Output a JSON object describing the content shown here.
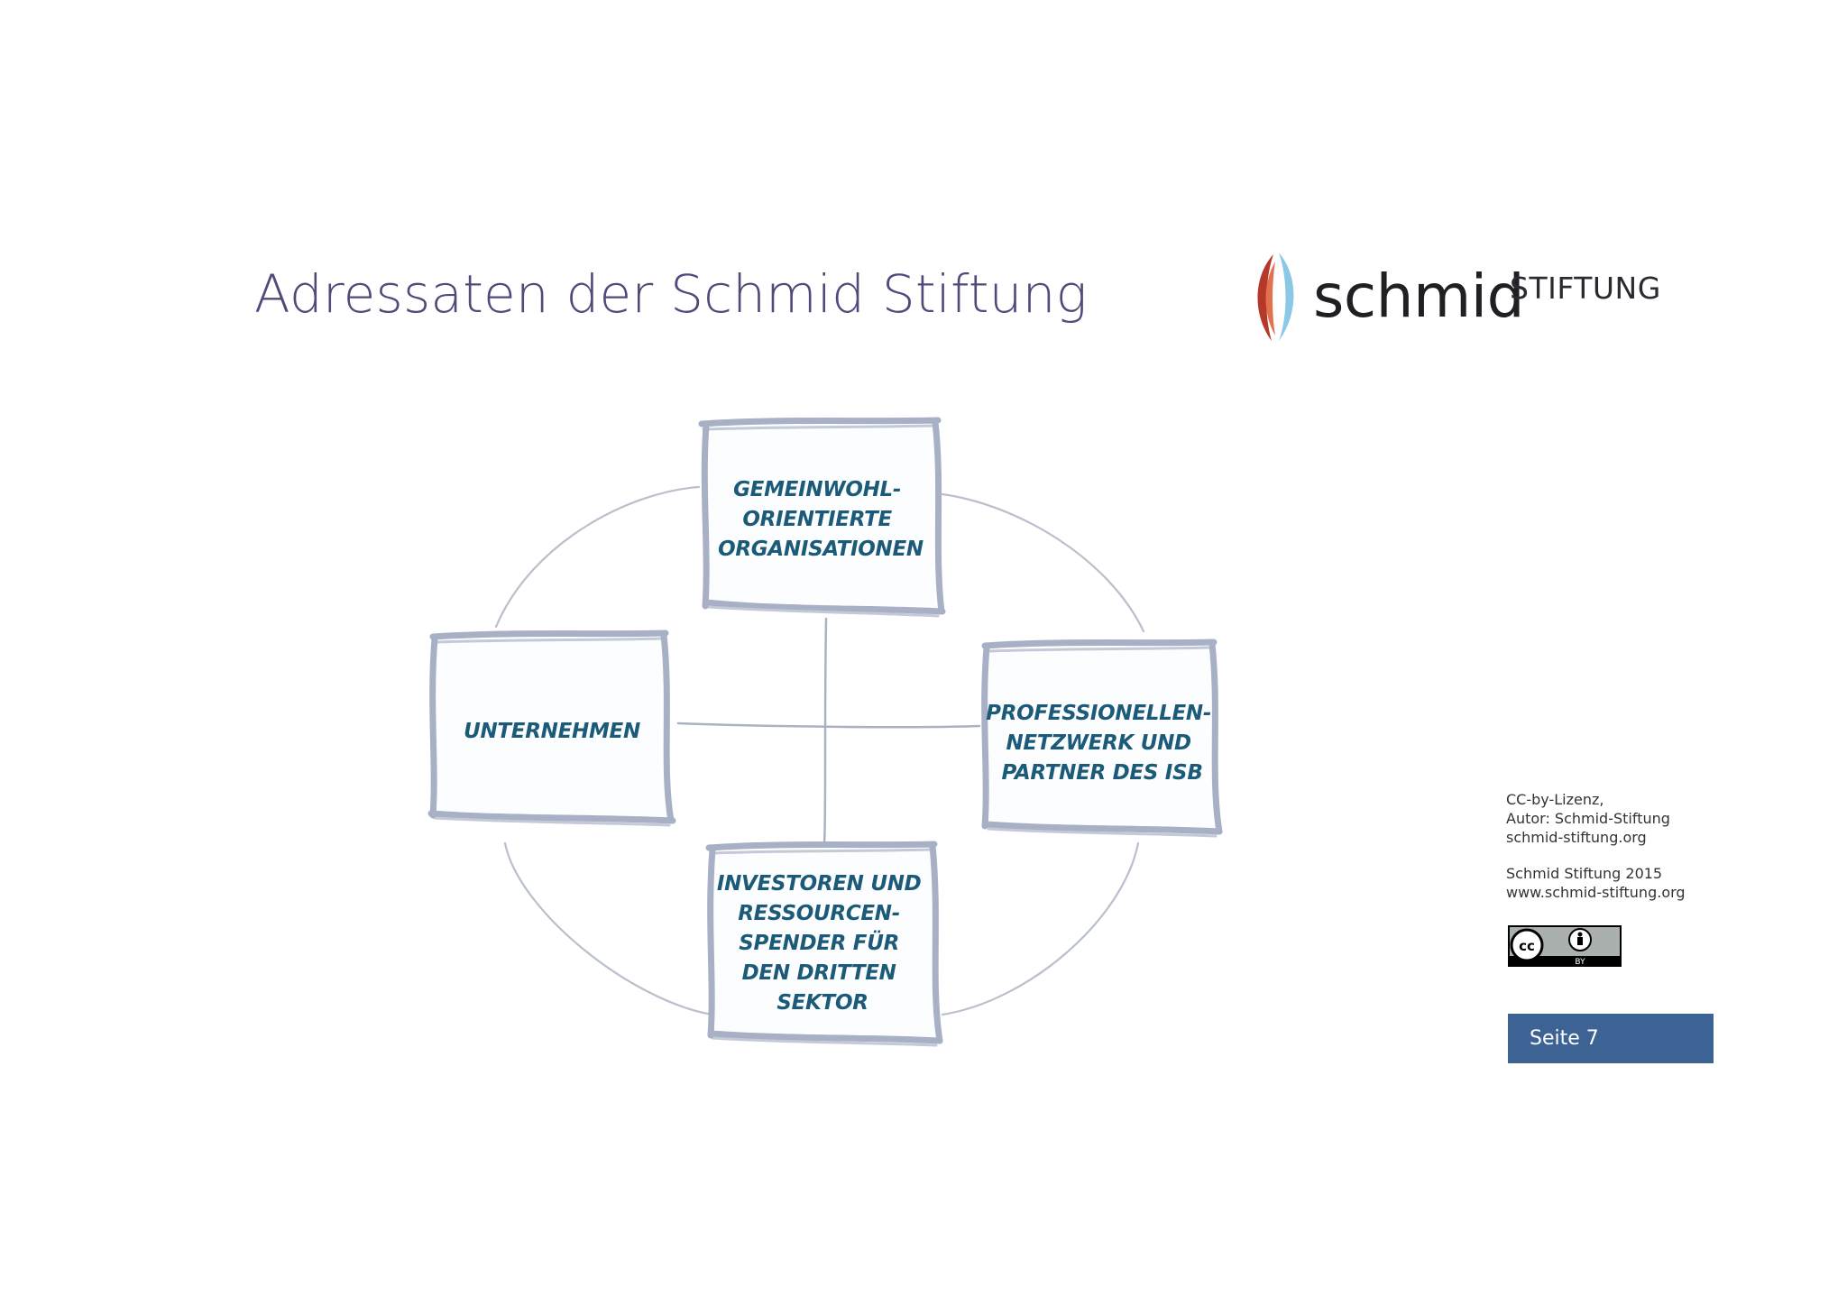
{
  "title": "Adressaten der Schmid Stiftung",
  "logo": {
    "word": "schmid",
    "sub": "STIFTUNG",
    "colors": [
      "#b5382b",
      "#e2724e",
      "#8ac8e6"
    ]
  },
  "diagram": {
    "nodes": [
      {
        "id": "top",
        "lines": [
          "GEMEINWOHL-",
          "ORIENTIERTE",
          "ORGANISATIONEN"
        ]
      },
      {
        "id": "left",
        "lines": [
          "UNTERNEHMEN"
        ]
      },
      {
        "id": "right",
        "lines": [
          "PROFESSIONELLEN-",
          "NETZWERK UND",
          "PARTNER DES ISB"
        ]
      },
      {
        "id": "bottom",
        "lines": [
          "INVESTOREN UND",
          "RESSOURCEN-",
          "SPENDER FÜR",
          "DEN DRITTEN",
          "SEKTOR"
        ]
      }
    ],
    "text_color": "#1b5a78",
    "frame_color": "#a7b0c4"
  },
  "license": {
    "lines": [
      "CC-by-Lizenz,",
      "Autor: Schmid-Stiftung",
      "schmid-stiftung.org"
    ],
    "lines2": [
      "Schmid Stiftung 2015",
      "www.schmid-stiftung.org"
    ],
    "badge": {
      "cc": "cc",
      "by": "BY"
    }
  },
  "page": {
    "label": "Seite 7",
    "color": "#3d6294"
  }
}
